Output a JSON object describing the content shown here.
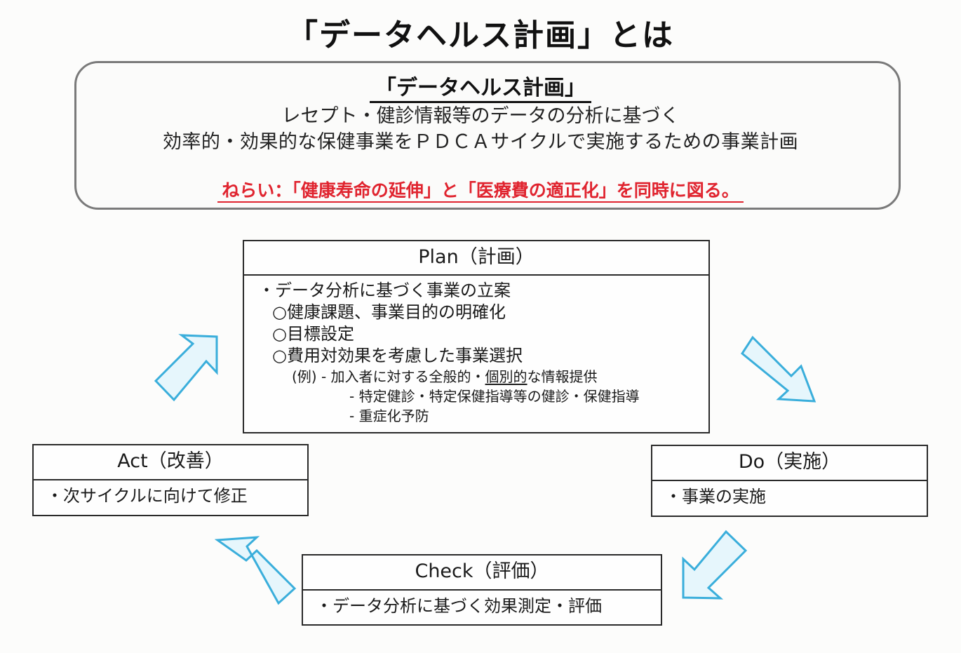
{
  "title": "「データヘルス計画」とは",
  "definition": {
    "heading": "「データヘルス計画」",
    "line1": "レセプト・健診情報等のデータの分析に基づく",
    "line2": "効率的・効果的な保健事業をＰＤＣＡサイクルで実施するための事業計画",
    "aim": "ねらい：「健康寿命の延伸」と「医療費の適正化」を同時に図る。"
  },
  "plan": {
    "header": "Plan（計画）",
    "item1": "・データ分析に基づく事業の立案",
    "item2": "○健康課題、事業目的の明確化",
    "item3": "○目標設定",
    "item4": "○費用対効果を考慮した事業選択",
    "example_prefix": "(例) -  加入者に対する全般的・",
    "example_underlined": "個別的",
    "example_suffix": "な情報提供",
    "example2": "-  特定健診・特定保健指導等の健診・保健指導",
    "example3": "-  重症化予防"
  },
  "do": {
    "header": "Do（実施）",
    "body": "・事業の実施"
  },
  "check": {
    "header": "Check（評価）",
    "body": "・データ分析に基づく効果測定・評価"
  },
  "act": {
    "header": "Act（改善）",
    "body": "・次サイクルに向けて修正"
  },
  "colors": {
    "arrow_fill": "#e6f6fc",
    "arrow_stroke": "#3aaedb",
    "aim_red": "#e0242f",
    "frame_gray": "#7a7a7a"
  },
  "icons": [
    "cycle-arrow-up-right",
    "cycle-arrow-down-right",
    "cycle-arrow-down-left",
    "cycle-arrow-up-left"
  ]
}
